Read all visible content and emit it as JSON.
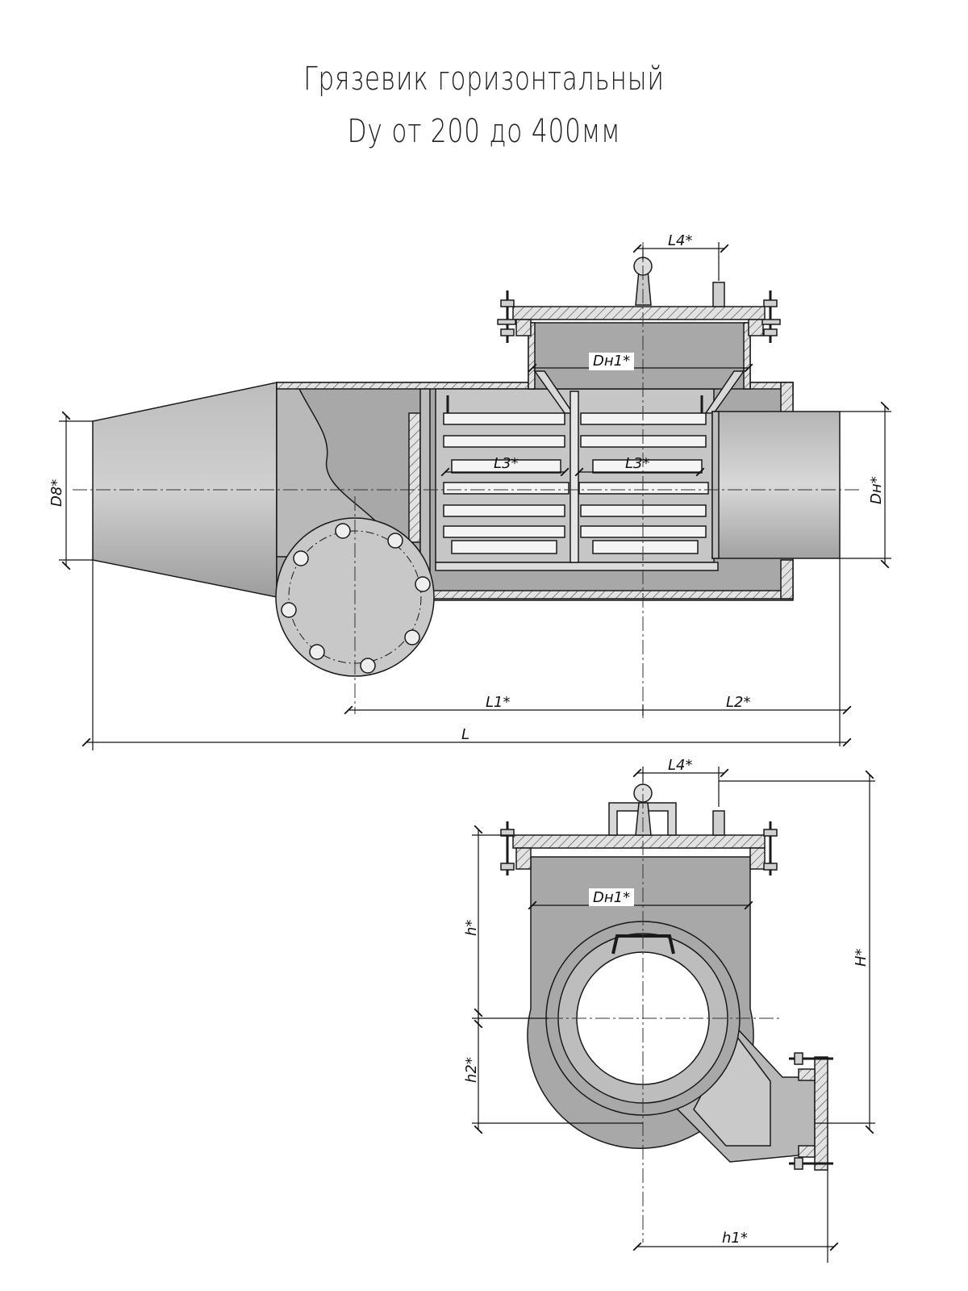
{
  "title": {
    "line1": "Грязевик горизонтальный",
    "line2": "Dу от 200 до 400мм"
  },
  "labels": {
    "L4_top": "L4*",
    "Dn1_top": "Dн1*",
    "L3_left": "L3*",
    "L3_right": "L3*",
    "D8": "D8*",
    "Dn": "Dн*",
    "L1": "L1*",
    "L2": "L2*",
    "L": "L",
    "L4_bottom": "L4*",
    "Dn1_bottom": "Dн1*",
    "h": "h*",
    "H": "H*",
    "h2": "h2*",
    "h1": "h1*"
  },
  "colors": {
    "body_fill": "#a9a9a9",
    "body_light": "#cfcfcf",
    "line": "#1a1a1a",
    "background": "#ffffff"
  }
}
